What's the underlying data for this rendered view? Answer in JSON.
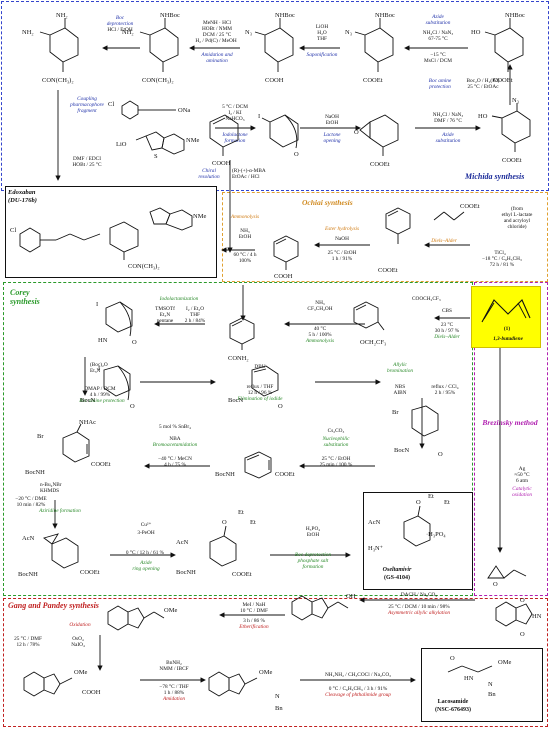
{
  "colors": {
    "michida": "#3344cc",
    "ochiai": "#e0a030",
    "corey": "#2a9a2a",
    "brezinsky": "#b020b0",
    "gang_pandey": "#c02020",
    "butadiene_bg": "#ffff00"
  },
  "sections": {
    "michida": "Michida synthesis",
    "ochiai": "Ochiai synthesis",
    "corey": "Corey synthesis",
    "brezinsky": "Brezinsky method",
    "gang_pandey": "Gang and Pandey synthesis"
  },
  "products": {
    "edoxaban": {
      "name": "Edoxaban",
      "code": "(DU-176b)"
    },
    "oseltamivir": {
      "name": "Oseltamivir",
      "code": "(GS-4104)"
    },
    "lacosamide": {
      "name": "Lacosamide",
      "code": "(NSC-676493)"
    },
    "butadiene": {
      "num": "(1)",
      "name": "1,3-butadiene"
    }
  },
  "michida": {
    "s1": {
      "c1": "Boc",
      "c2": "deprotection",
      "c3": "HCl / EtOH"
    },
    "s2": {
      "c1": "MeNH · HCl",
      "c2": "HOBt / NMM",
      "c3": "DCM / 25 °C",
      "c4": "H₂ / Pd(C) / MeOH",
      "n1": "Amidation and",
      "n2": "amination"
    },
    "s3": {
      "c1": "LiOH",
      "c2": "H₂O",
      "c3": "THF",
      "n1": "Saponification"
    },
    "s4": {
      "n1": "Azide",
      "n2": "substitution",
      "c1": "NH₄Cl / NaN₃",
      "c2": "67-75 °C",
      "c3": "−15 °C",
      "c4": "MsCl / DCM"
    },
    "s5": {
      "n1": "Boc amine",
      "n2": "protection",
      "c1": "Boc₂O / H₂(Pd)",
      "c2": "25 °C / EtOAc"
    },
    "s6": {
      "c1": "NH₄Cl / NaN₃",
      "c2": "DMF / 76 °C",
      "n1": "Azide",
      "n2": "substitution"
    },
    "s7": {
      "c1": "NaOH",
      "c2": "EtOH",
      "n1": "Lactone",
      "n2": "opening"
    },
    "s8": {
      "c1": "5 °C / DCM",
      "c2": "I₂ / KI",
      "c3": "NaHCO₃",
      "n1": "Iodolactone",
      "n2": "formation"
    },
    "s9": {
      "n1": "Coupling",
      "n2": "pharmacophore",
      "n3": "fragment",
      "c1": "DMF / EDCI",
      "c2": "HOBt / 25 °C"
    },
    "chiral": {
      "n1": "Chiral",
      "n2": "resolution",
      "c1": "(R)-(+)-α-MBA",
      "c2": "EtOAc / HCl"
    }
  },
  "ochiai": {
    "ammonolysis": {
      "n1": "Ammonolysis",
      "c1": "NH₃",
      "c2": "EtOH",
      "c3": "60 °C / 4 h",
      "c4": "100%"
    },
    "ester": {
      "n1": "Ester hydrolysis",
      "c1": "NaOH",
      "c2": "25 °C / EtOH",
      "c3": "1 h / 91%"
    },
    "da": {
      "n1": "Diels–Alder",
      "c1": "TiCl₄",
      "c2": "−18 °C / C₆H₅CH₃",
      "c3": "72 h / 81 %"
    },
    "source": {
      "c1": "(from",
      "c2": "ethyl L-lactate",
      "c3": "and acryloyl",
      "c4": "chloride)"
    }
  },
  "corey": {
    "iodolact": {
      "n1": "Iodolactamization",
      "c1": "TMSOTf",
      "c2": "Et₃N",
      "c3": "pentane",
      "c4": "I₂ / Et₂O",
      "c5": "THF",
      "c6": "2 h / 84%"
    },
    "ammono": {
      "c1": "NH₃",
      "c2": "CF₃CH₂OH",
      "c3": "40 °C",
      "c4": "5 h / 100%",
      "n1": "Ammonolysis"
    },
    "da": {
      "reag": "COOCH₂CF₃",
      "c1": "CBS",
      "c2": "23 °C",
      "c3": "30 h / 97 %",
      "n1": "Diels–Alder"
    },
    "boc": {
      "c1": "(Boc)₂O",
      "c2": "Et₃N",
      "c3": "DMAP / DCM",
      "c4": "4 h / 99%",
      "n1": "Boc amine protection"
    },
    "elim": {
      "c1": "DBU",
      "c2": "reflux / THF",
      "c3": "12 h / 96 %",
      "n1": "Elimination of iodide"
    },
    "allyl": {
      "n1": "Allylic",
      "n2": "bromination",
      "c1": "NBS",
      "c2": "AIBN",
      "c3": "reflux / CCl₄",
      "c4": "2 h / 95%"
    },
    "brom": {
      "c1": "5 mol % SnBr₄",
      "c2": "NBA",
      "n1": "Bromoacetamidation",
      "c3": "−40 °C / MeCN",
      "c4": "4 h / 75 %"
    },
    "nucl": {
      "c1": "Cs₂CO₃",
      "n1": "Nucleophilic",
      "n2": "substitution",
      "c2": "25 °C / EtOH",
      "c3": "25 min / 100 %"
    },
    "azir": {
      "c1": "n-Bu₄NBr",
      "c2": "KHMDS",
      "c3": "−20 °C / DME",
      "c4": "10 min / 82%",
      "n1": "Aziridine formation"
    },
    "open": {
      "c1": "Cu²⁺",
      "c2": "3-PeOH",
      "c3": "0 °C / 12 h / 61 %",
      "n1": "Azide",
      "n2": "ring opening"
    },
    "deprot": {
      "c1": "H₃PO₄",
      "c2": "EtOH",
      "n1": "Boc deprotection",
      "n2": "phosphate salt",
      "n3": "formation"
    }
  },
  "brezinsky": {
    "c1": "Ag",
    "c2": "≈50 °C",
    "c3": "6 atm",
    "n1": "Catalytic",
    "n2": "oxidation"
  },
  "gang": {
    "oxid": {
      "n1": "Oxidation",
      "c1": "25 °C / DMF",
      "c2": "12 h / 78%",
      "c3": "OsO₄",
      "c4": "NaIO₄"
    },
    "ether": {
      "c1": "MeI / NaH",
      "c2": "10 °C / DMF",
      "c3": "3 h / 86 %",
      "n1": "Etherification"
    },
    "allyl": {
      "c1": "DACH / Na₂CO₃",
      "c2": "25 °C / DCM / 10 min / 98%",
      "n1": "Asymmetric allylic alkylation"
    },
    "amid": {
      "c1": "BnNH₂",
      "c2": "NMM / IBCF",
      "c3": "−78 °C / THF",
      "c4": "1 h / 88%",
      "n1": "Amidation"
    },
    "cleave": {
      "c1": "NH₂NH₂ / CH₃COCl / Na₂CO₃",
      "c2": "0 °C / C₆H₅CH₃ / 3 h / 91%",
      "n1": "Cleavage of phthalimide group"
    }
  },
  "atoms": {
    "nhboc": "NHBoc",
    "nh2": "NH₂",
    "n3": "N₃",
    "cooh": "COOH",
    "cooet": "COOEt",
    "conme2": "CON(CH₃)₂",
    "ho": "HO",
    "i": "I",
    "o": "O",
    "br": "Br",
    "nhac": "NHAc",
    "bocn": "BocN",
    "bocnh": "BocNH",
    "acnh": "AcHN",
    "acn": "AcN",
    "hn": "HN",
    "ome": "OMe",
    "oh": "OH",
    "nh": "N",
    "bn": "Bn",
    "conh2": "CONH₂",
    "h3po4": "·H₃PO₄",
    "h3n": "H₃N⁺",
    "et": "Et",
    "me": "Me",
    "nme": "NMe",
    "cl": "Cl",
    "ona": "ONa",
    "lio": "LiO",
    "s": "S",
    "n": "N",
    "cooch2cf3": "OCH₂CF₃",
    "h": "H"
  }
}
